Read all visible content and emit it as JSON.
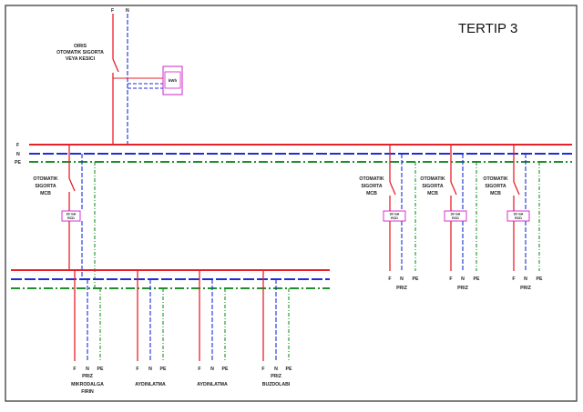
{
  "title": "TERTIP 3",
  "colors": {
    "phase": "#e8202a",
    "neutral": "#1b2fd6",
    "earth": "#1e8f2a",
    "meter": "#d020c8",
    "frame": "#4a4a4a",
    "text": "#222222"
  },
  "supply": {
    "phase_label": "F",
    "neutral_label": "N"
  },
  "main_breaker": {
    "label_line1": "OIRIS",
    "label_line2": "OTOMATIK SIGORTA",
    "label_line3": "VEYA KESICI"
  },
  "meter": {
    "label": "kWh"
  },
  "busbar": {
    "phase_label": "F",
    "neutral_label": "N",
    "earth_label": "PE"
  },
  "rcd_label_line1": "30 mA",
  "rcd_label_line2": "RCD",
  "mcb": {
    "line1": "OTOMATIK",
    "line2": "SIGORTA",
    "line3": "MCB"
  },
  "outlet_terminals": {
    "f": "F",
    "n": "N",
    "pe": "PE"
  },
  "right_circuits": [
    {
      "name": "PRIZ"
    },
    {
      "name": "PRIZ"
    },
    {
      "name": "PRIZ"
    }
  ],
  "bottom_circuits": [
    {
      "line1": "PRIZ",
      "line2": "MIKRODALGA",
      "line3": "FIRIN"
    },
    {
      "line1": "",
      "line2": "AYDINLATMA",
      "line3": ""
    },
    {
      "line1": "",
      "line2": "AYDINLATMA",
      "line3": ""
    },
    {
      "line1": "PRIZ",
      "line2": "BUZDOLABI",
      "line3": ""
    }
  ]
}
